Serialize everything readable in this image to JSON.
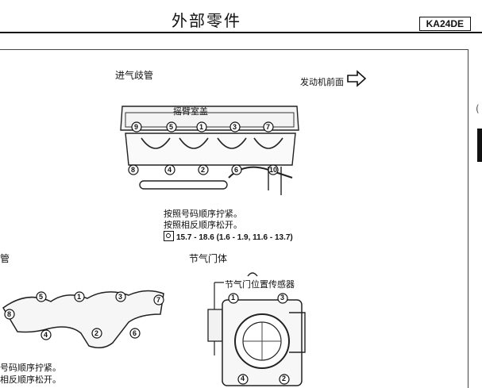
{
  "header": {
    "title": "外部零件",
    "model": "KA24DE"
  },
  "intake_manifold": {
    "title": "进气歧管",
    "front_label": "发动机前面",
    "cover_label": "摇臂室盖",
    "bolt_numbers": [
      "9",
      "5",
      "1",
      "3",
      "7",
      "8",
      "4",
      "2",
      "6",
      "10"
    ],
    "instruction_tighten": "按照号码顺序拧紧。",
    "instruction_loosen": "按照相反顺序松开。",
    "torque_spec": "15.7 - 18.6 (1.6 - 1.9, 11.6 - 13.7)"
  },
  "exhaust_manifold": {
    "title_partial": "管",
    "bolt_numbers": [
      "5",
      "1",
      "3",
      "7",
      "8",
      "4",
      "2",
      "6"
    ],
    "instruction_tighten_partial": "号码顺序拧紧。",
    "instruction_loosen_partial": "相反顺序松开。"
  },
  "throttle_body": {
    "title": "节气门体",
    "sensor_label": "节气门位置传感器",
    "bolt_numbers": [
      "1",
      "3",
      "4",
      "2"
    ]
  }
}
